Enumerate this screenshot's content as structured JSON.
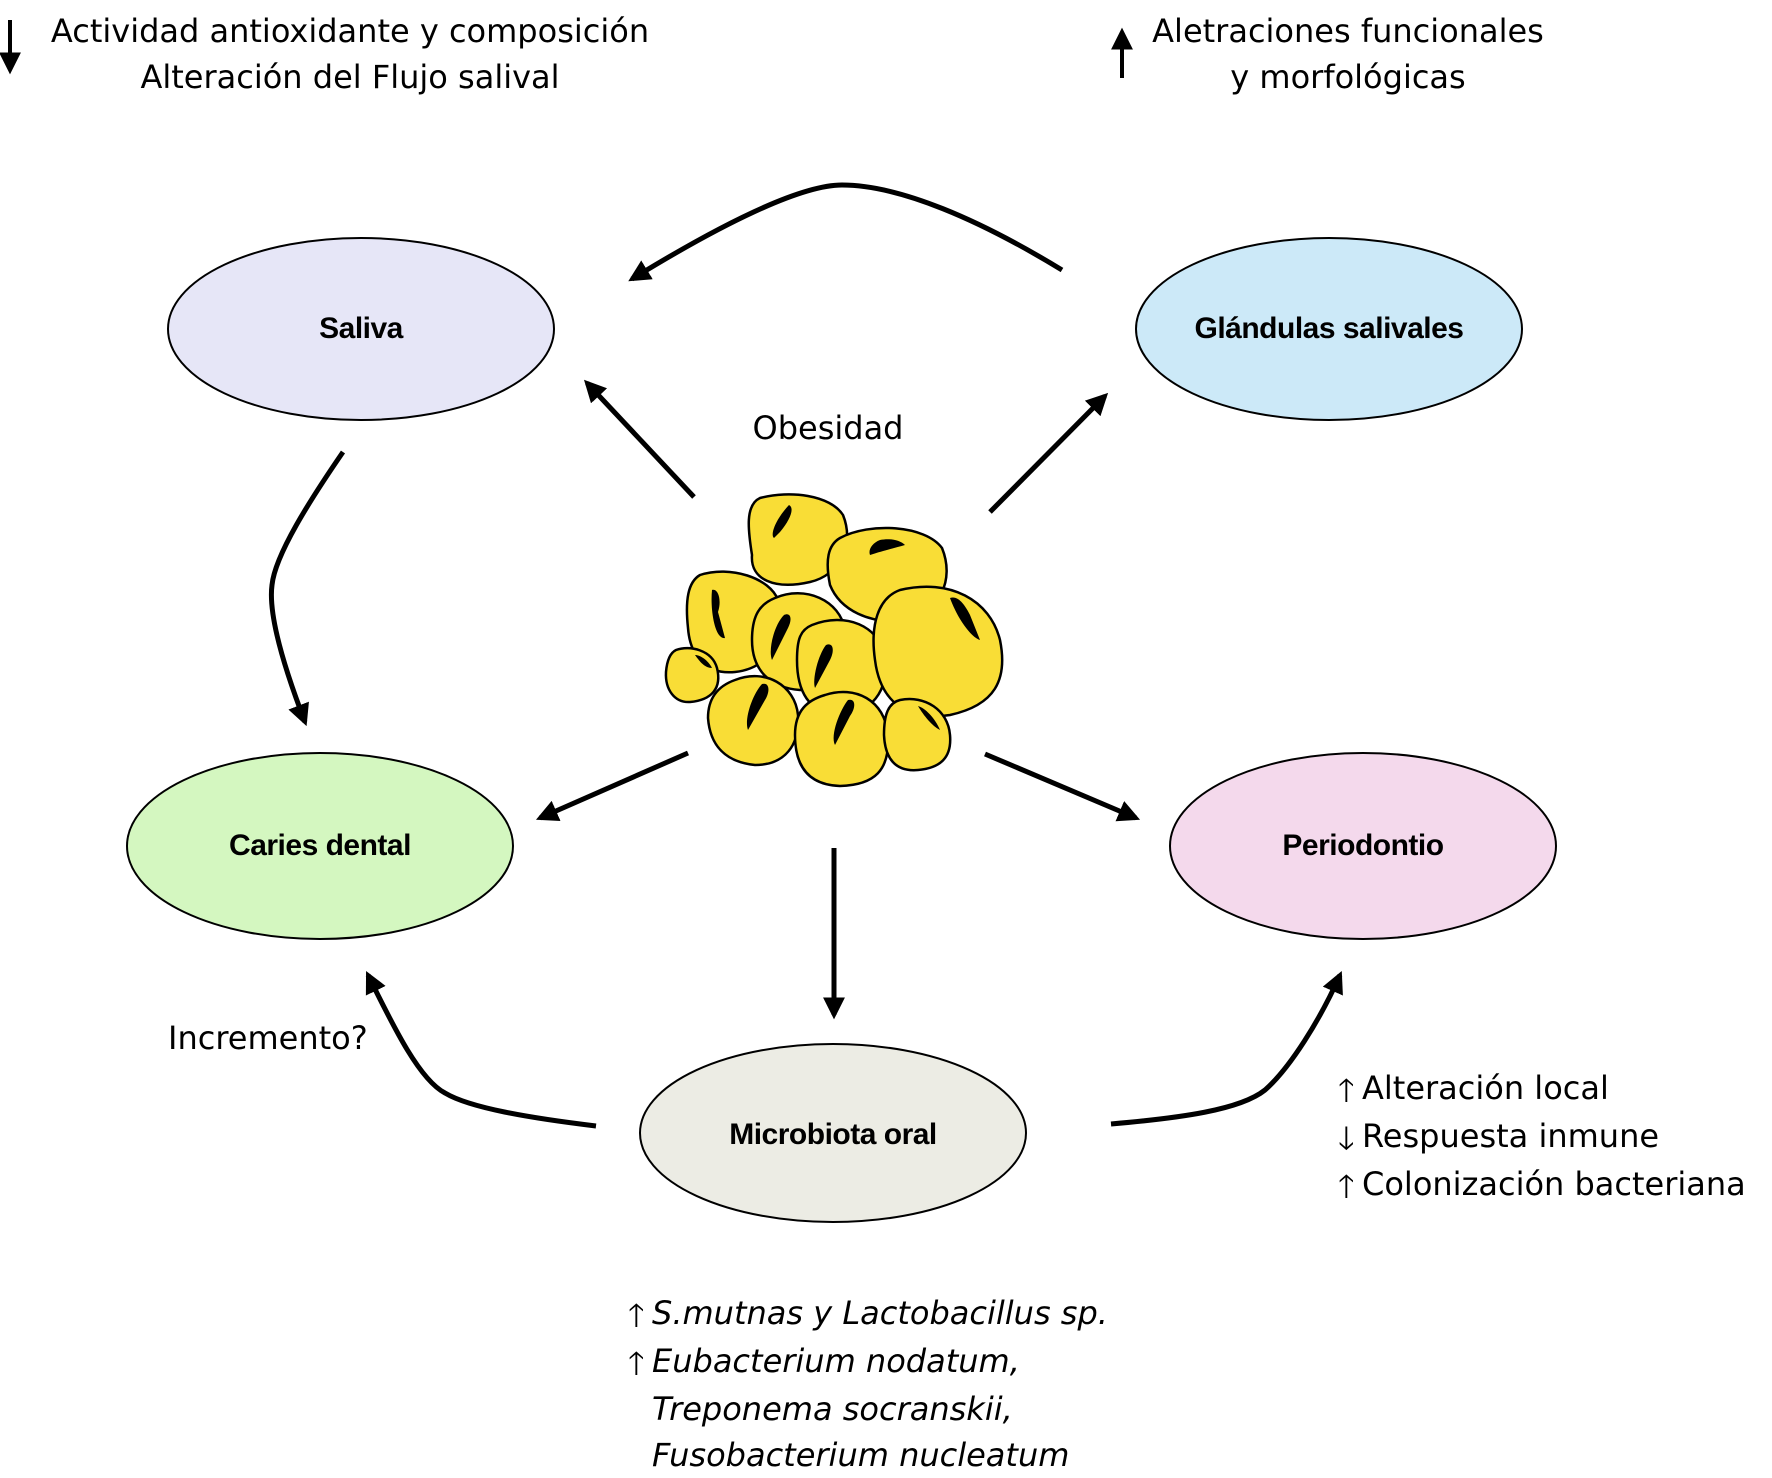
{
  "nodes": {
    "saliva": {
      "label": "Saliva",
      "color": "#e6e6f7"
    },
    "glandulas": {
      "label": "Glándulas salivales",
      "color": "#cce9f8"
    },
    "caries": {
      "label": "Caries dental",
      "color": "#d4f7c0"
    },
    "periodontio": {
      "label": "Periodontio",
      "color": "#f4d9ec"
    },
    "microbiota": {
      "label": "Microbiota oral",
      "color": "#ececE4"
    }
  },
  "center": {
    "label": "Obesidad",
    "cell_color": "#f9dd36",
    "icon": "adipocyte-cluster-icon"
  },
  "annotations": {
    "saliva_effects": {
      "direction": "down",
      "lines": [
        "Actividad antioxidante y composición",
        "Alteración del Flujo salival"
      ]
    },
    "glandulas_effects": {
      "direction": "up",
      "lines": [
        "Aletraciones funcionales",
        "y morfológicas"
      ]
    },
    "caries_link": "Incremento?",
    "periodontio_effects": [
      {
        "direction": "up",
        "text": "Alteración local"
      },
      {
        "direction": "down",
        "text": "Respuesta inmune"
      },
      {
        "direction": "up",
        "text": "Colonización bacteriana"
      }
    ],
    "microbiota_effects": [
      {
        "direction": "up",
        "text": "S.mutnas y Lactobacillus sp."
      },
      {
        "direction": "up",
        "text": "Eubacterium nodatum,"
      },
      {
        "direction": "none",
        "text": "Treponema socranskii,"
      },
      {
        "direction": "none",
        "text": "Fusobacterium nucleatum"
      }
    ]
  }
}
